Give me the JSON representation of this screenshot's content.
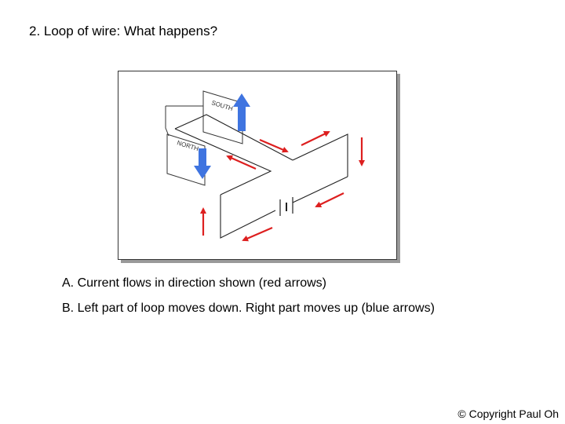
{
  "slide": {
    "title": "2. Loop of wire: What happens?",
    "caption_a": "A. Current flows in direction shown (red arrows)",
    "caption_b": "B. Left part of loop moves down. Right part moves up (blue arrows)",
    "copyright": "© Copyright Paul Oh"
  },
  "figure": {
    "magnet_labels": {
      "south": "SOUTH",
      "north": "NORTH"
    },
    "icons": {
      "current_arrows": "red-arrow-icon",
      "force_arrows": "blue-arrow-icon",
      "battery": "battery-symbol"
    },
    "colors": {
      "current": "#dd1f1f",
      "force": "#3f74e0",
      "wire": "#222222"
    }
  }
}
